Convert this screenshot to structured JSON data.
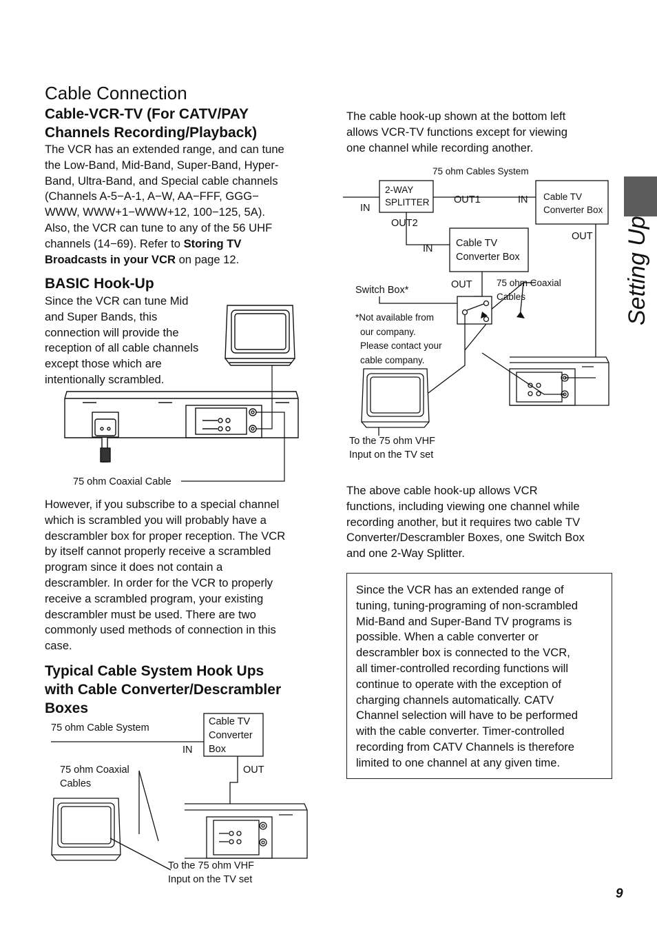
{
  "side_tab": {
    "label": "Setting Up"
  },
  "page_number": "9",
  "left": {
    "section_title": "Cable Connection",
    "subsection_title_1": "Cable-VCR-TV (For CATV/PAY Channels Recording/Playback)",
    "intro_lines": [
      "The VCR has an extended range, and can tune",
      "the Low-Band, Mid-Band, Super-Band, Hyper-",
      "Band, Ultra-Band, and Special cable channels",
      "(Channels A-5−A-1, A−W, AA−FFF, GGG−",
      "WWW, WWW+1−WWW+12, 100−125, 5A).",
      "Also, the VCR can tune to any of the 56 UHF",
      "channels (14−69). Refer to "
    ],
    "intro_ref_bold_1": "Storing TV",
    "intro_ref_bold_2": "Broadcasts in your VCR",
    "intro_ref_tail": " on page 12.",
    "basic_title": "BASIC Hook-Up",
    "basic_lines": [
      "Since the VCR can tune Mid",
      "and Super Bands, this",
      "connection will provide the",
      "reception of all cable channels",
      "except those which are",
      "intentionally scrambled."
    ],
    "basic_cable_label": "75 ohm Coaxial Cable",
    "however_lines": [
      "However, if you subscribe to a special channel",
      "which is scrambled you will probably have a",
      "descrambler box for proper reception. The VCR",
      "by itself cannot properly receive a scrambled",
      "program since it does not contain a",
      "descrambler. In order for the VCR to properly",
      "receive a scrambled program, your existing",
      "descrambler must be used. There are two",
      "commonly used methods of connection in this",
      "case."
    ],
    "typical_title_lines": [
      "Typical Cable System Hook Ups",
      "with Cable Converter/Descrambler",
      "Boxes"
    ],
    "diagram2": {
      "system": "75 ohm Cable System",
      "in": "IN",
      "out": "OUT",
      "converter_lines": [
        "Cable TV",
        "Converter",
        "Box"
      ],
      "coax_lines": [
        "75 ohm Coaxial",
        "Cables"
      ],
      "tv_input_lines": [
        "To the 75 ohm VHF",
        "Input on the TV set"
      ]
    }
  },
  "right": {
    "top_para_lines": [
      "The cable hook-up shown at the bottom left",
      "allows VCR-TV functions except for viewing",
      "one channel while recording another."
    ],
    "diagram3": {
      "system": "75 ohm Cables System",
      "splitter_lines": [
        "2-WAY",
        "SPLITTER"
      ],
      "in_main": "IN",
      "out1": "OUT1",
      "out2": "OUT2",
      "in_right": "IN",
      "converter_right_lines": [
        "Cable TV",
        "Converter Box"
      ],
      "out_right": "OUT",
      "in_mid": "IN",
      "converter_mid_lines": [
        "Cable TV",
        "Converter Box"
      ],
      "out_switch": "OUT",
      "switch_box": "Switch Box*",
      "coax_lines": [
        "75 ohm Coaxial",
        "Cables"
      ],
      "note_lines": [
        "*Not available from",
        "our company.",
        "Please contact your",
        "cable company."
      ],
      "tv_input_lines": [
        "To the 75 ohm VHF",
        "Input on the TV set"
      ]
    },
    "above_para_lines": [
      "The above cable hook-up allows VCR",
      "functions, including viewing one channel while",
      "recording another, but it requires two cable TV",
      "Converter/Descrambler Boxes, one Switch Box",
      "and one 2-Way Splitter."
    ],
    "box_lines": [
      "Since the VCR has an extended range of",
      "tuning, tuning-programing of non-scrambled",
      "Mid-Band and Super-Band TV programs is",
      "possible. When a cable converter or",
      "descrambler box is connected to the VCR,",
      "all timer-controlled recording functions will",
      "continue to operate with the exception of",
      "charging channels automatically. CATV",
      "Channel selection will have to be performed",
      "with the cable converter. Timer-controlled",
      "recording from CATV Channels is therefore",
      "limited to one channel at any given time."
    ]
  }
}
